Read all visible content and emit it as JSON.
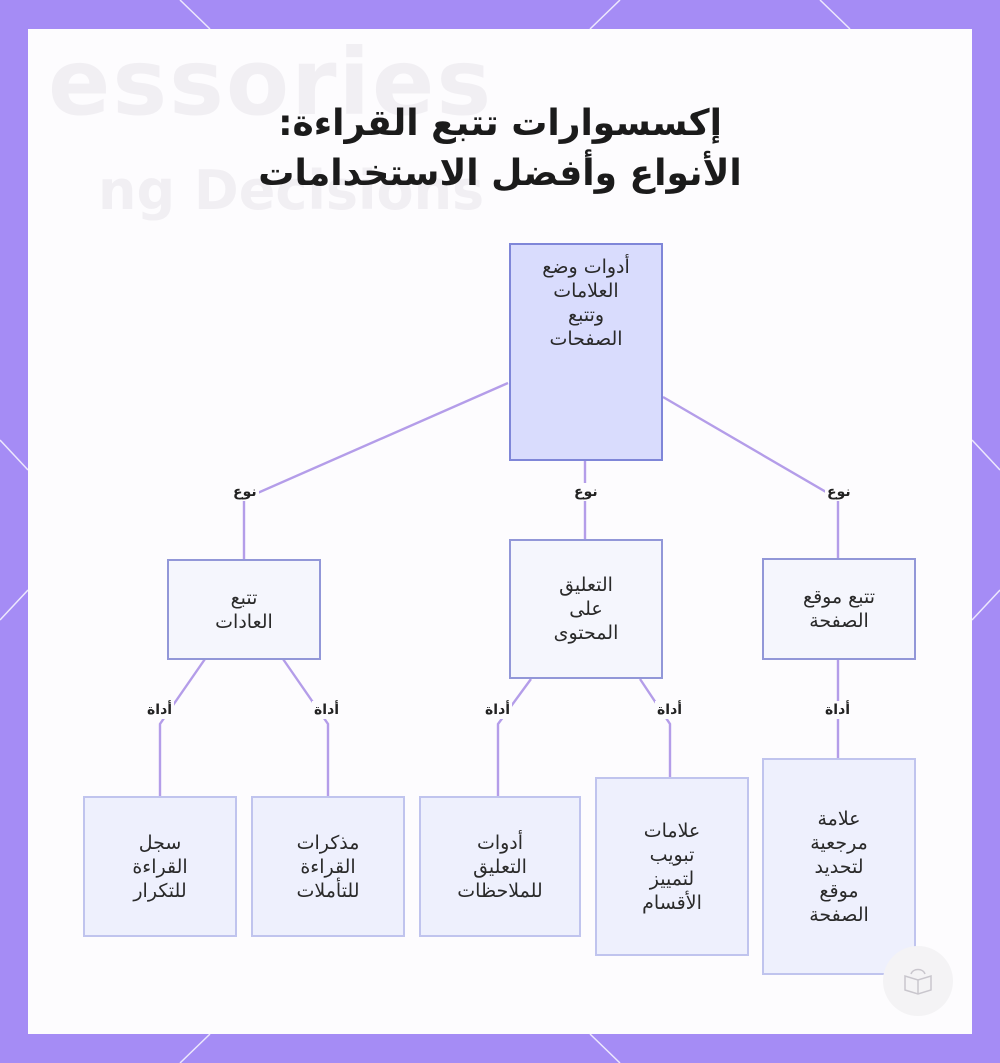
{
  "title": {
    "line1": "إكسسوارات تتبع القراءة:",
    "line2": "الأنواع وأفضل الاستخدامات"
  },
  "watermark": {
    "line1": "essories",
    "line2": "ng Decisions"
  },
  "nodes": {
    "root": [
      "أدوات وضع",
      "العلامات",
      "وتتبع",
      "الصفحات"
    ],
    "habit": [
      "تتبع",
      "العادات"
    ],
    "content": [
      "التعليق",
      "على",
      "المحتوى"
    ],
    "page_position": [
      "تتبع موقع",
      "الصفحة"
    ],
    "reading_log": [
      "سجل",
      "القراءة",
      "للتكرار"
    ],
    "reading_notes": [
      "مذكرات",
      "القراءة",
      "للتأملات"
    ],
    "annotation_tools": [
      "أدوات",
      "التعليق",
      "للملاحظات"
    ],
    "tab_markers": [
      "علامات",
      "تبويب",
      "لتمييز",
      "الأقسام"
    ],
    "bookmark": [
      "علامة",
      "مرجعية",
      "لتحديد",
      "موقع",
      "الصفحة"
    ]
  },
  "edge_labels": {
    "type": "نوع",
    "tool": "أداة"
  },
  "icons": {
    "logo": "book-logo-icon"
  },
  "colors": {
    "frame": "#a58cf5",
    "root_fill": "#d9dcfd",
    "node_fill": "#f3f4fe",
    "edge": "#b49de9"
  }
}
